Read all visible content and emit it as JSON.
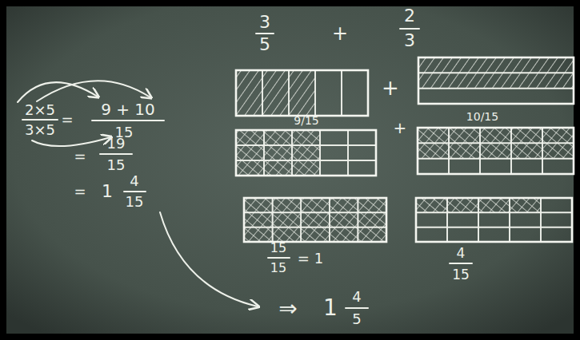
{
  "diagram": {
    "labels": [
      "3",
      "5",
      "+",
      "2",
      "3",
      "+",
      "9/15",
      "+",
      "10/15",
      "2×5",
      "3×5",
      "=",
      "9 + 10",
      "15",
      "=",
      "19",
      "15",
      "=",
      "1",
      "4",
      "15",
      "15",
      "15",
      "= 1",
      "4",
      "15",
      "⇒",
      "1",
      "4",
      "5"
    ]
  }
}
